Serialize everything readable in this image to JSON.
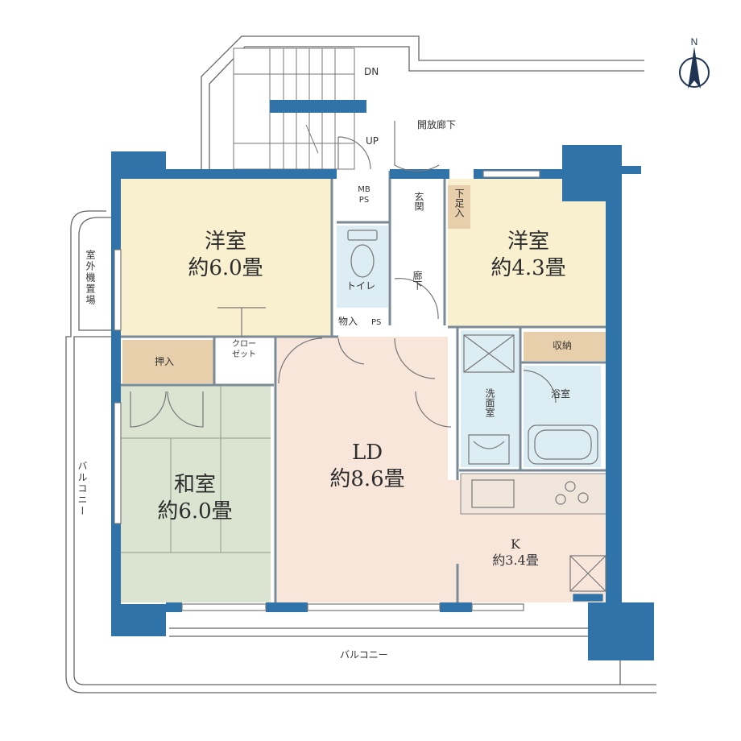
{
  "rooms": {
    "western_room_1": {
      "name": "洋室",
      "size": "約6.0畳"
    },
    "western_room_2": {
      "name": "洋室",
      "size": "約4.3畳"
    },
    "living_dining": {
      "name": "LD",
      "size": "約8.6畳"
    },
    "japanese_room": {
      "name": "和室",
      "size": "約6.0畳"
    },
    "kitchen": {
      "name": "K",
      "size": "約3.4畳"
    },
    "washroom": "洗面室",
    "bathroom": "浴室",
    "toilet": "トイレ",
    "entrance": "玄関",
    "shoe_storage": "下足入",
    "corridor": "廊下",
    "closet": "クローゼット",
    "closet_line1": "クロー",
    "closet_line2": "ゼット",
    "oshiire": "押入",
    "storage_small": "物入",
    "storage_kitchen": "収納",
    "pipe_space": "PS",
    "mb": "MB",
    "mb_ps": "PS"
  },
  "outside": {
    "open_corridor": "開放廊下",
    "stairs_down": "DN",
    "stairs_up": "UP",
    "ac_unit_area": "室外機置場",
    "balcony_side": "バルコニー",
    "balcony_bottom": "バルコニー"
  },
  "compass": {
    "north": "N"
  },
  "colors": {
    "wall": "#2f73a8",
    "western": "#f8f0cf",
    "living": "#f9e6db",
    "japanese": "#dbe4d1",
    "wet": "#dcedf3",
    "storage": "#e8cfab",
    "outline": "#7a8a96"
  }
}
